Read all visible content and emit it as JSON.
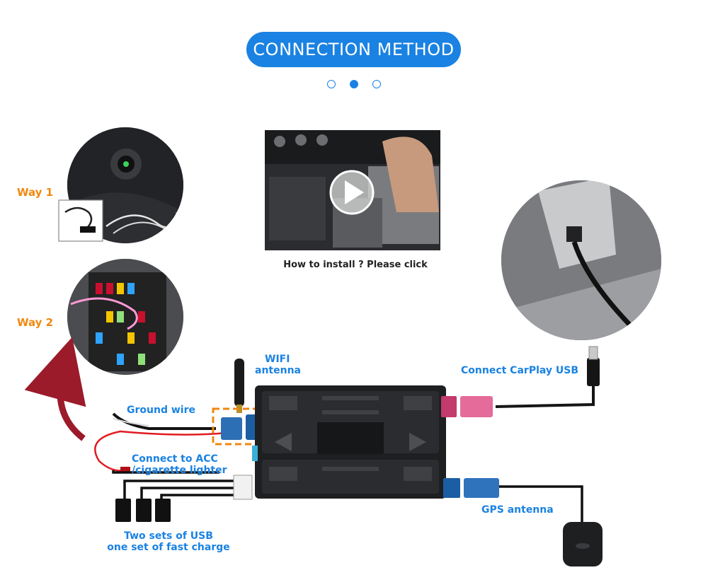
{
  "header": {
    "title": "CONNECTION METHOD"
  },
  "pager": {
    "total": 3,
    "active": 2
  },
  "video": {
    "caption": "How to install ? Please click",
    "icon": "play-icon"
  },
  "ways": {
    "way1": "Way 1",
    "way2": "Way 2"
  },
  "labels": {
    "wifi_line1": "WIFI",
    "wifi_line2": "antenna",
    "carplay": "Connect CarPlay USB",
    "ground": "Ground wire",
    "acc_line1": "Connect to ACC",
    "acc_line2": "/cigarette lighter",
    "gps": "GPS antenna",
    "usb_line1": "Two sets of USB",
    "usb_line2": "one set of fast charge"
  },
  "colors": {
    "accent": "#1a82e2",
    "way": "#f0880f",
    "highlight": "#f0880f",
    "arrow": "#9b1b2a"
  }
}
